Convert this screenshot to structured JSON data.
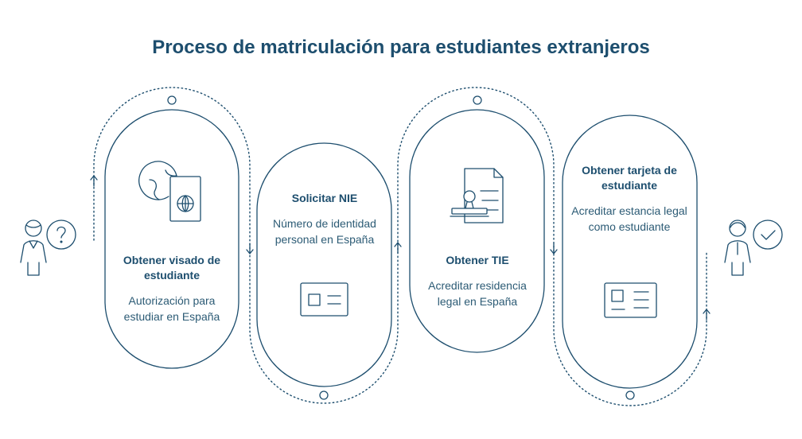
{
  "title": "Proceso de matriculación para estudiantes extranjeros",
  "colors": {
    "primary": "#1d4e6e",
    "text": "#2c5b75",
    "background": "#ffffff"
  },
  "start_figure": {
    "icons": [
      "person-icon",
      "question-icon"
    ]
  },
  "end_figure": {
    "icons": [
      "person-icon",
      "checkmark-icon"
    ]
  },
  "steps": [
    {
      "title": "Obtener visado de estudiante",
      "description": "Autorización para estudiar en España",
      "icon": "globe-passport-icon"
    },
    {
      "title": "Solicitar NIE",
      "description": "Número de identidad personal en España",
      "icon": "id-card-icon"
    },
    {
      "title": "Obtener TIE",
      "description": "Acreditar residencia legal en España",
      "icon": "document-stamp-icon"
    },
    {
      "title": "Obtener tarjeta de estudiante",
      "description": "Acreditar estancia legal como estudiante",
      "icon": "student-card-icon"
    }
  ]
}
